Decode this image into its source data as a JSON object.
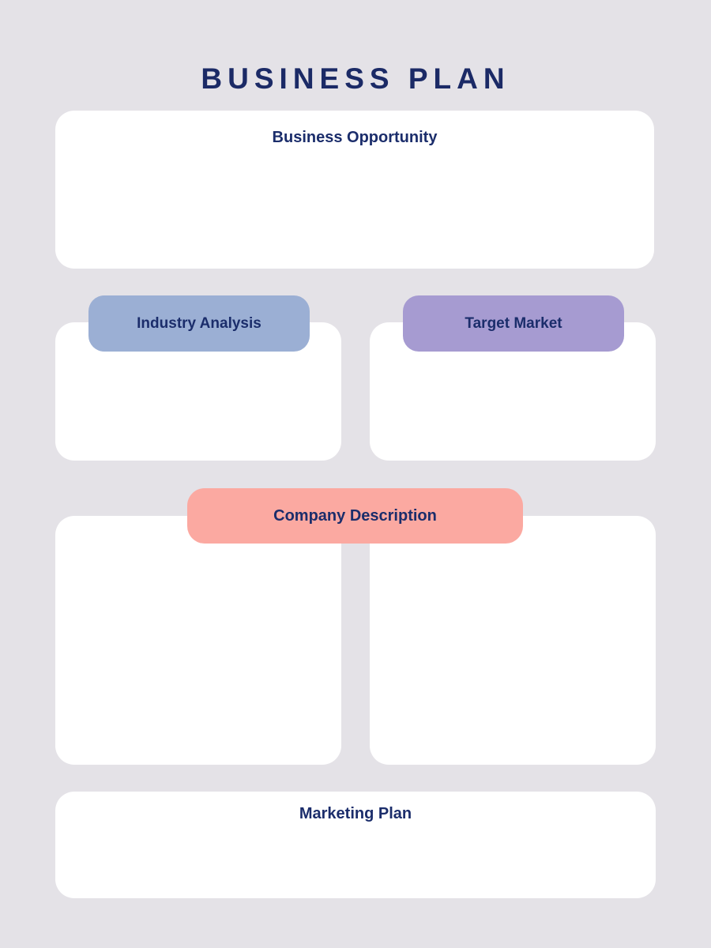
{
  "page": {
    "title": "BUSINESS PLAN"
  },
  "sections": {
    "business_opportunity": {
      "label": "Business Opportunity"
    },
    "industry_analysis": {
      "label": "Industry Analysis"
    },
    "target_market": {
      "label": "Target Market"
    },
    "company_description": {
      "label": "Company Description"
    },
    "marketing_plan": {
      "label": "Marketing Plan"
    }
  },
  "colors": {
    "background": "#E4E2E7",
    "card": "#FFFFFF",
    "title_navy": "#1B2A66",
    "heading_navy": "#1B2D6B",
    "industry_analysis_pill": "#9BAFD4",
    "target_market_pill": "#A69BD1",
    "company_description_pill": "#FBA9A1"
  }
}
